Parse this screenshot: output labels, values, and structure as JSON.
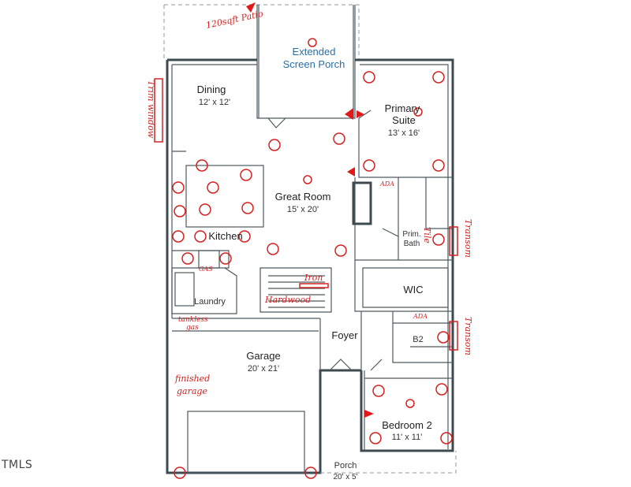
{
  "rooms": {
    "patio": {
      "label": "120sqft Patio"
    },
    "screen_porch": {
      "line1": "Extended",
      "line2": "Screen Porch"
    },
    "dining": {
      "name": "Dining",
      "dim": "12' x 12'"
    },
    "primary_suite": {
      "line1": "Primary",
      "line2": "Suite",
      "dim": "13' x 16'"
    },
    "great_room": {
      "name": "Great Room",
      "dim": "15' x 20'"
    },
    "kitchen": {
      "name": "Kitchen"
    },
    "prim_bath": {
      "line1": "Prim.",
      "line2": "Bath"
    },
    "wic": {
      "name": "WIC"
    },
    "laundry": {
      "name": "Laundry"
    },
    "foyer": {
      "name": "Foyer"
    },
    "b2": {
      "name": "B2"
    },
    "garage": {
      "name": "Garage",
      "dim": "20' x 21'"
    },
    "bedroom2": {
      "name": "Bedroom 2",
      "dim": "11' x 11'"
    },
    "porch": {
      "name": "Porch",
      "dim": "20' x 5'"
    }
  },
  "annotations": {
    "trim_window": "Trim window",
    "gas": "GAS",
    "iron": "Iron",
    "hardwood": "Hardwood",
    "tankless_line1": "tankless",
    "tankless_line2": "gas",
    "finished_line1": "finished",
    "finished_line2": "garage",
    "tile": "Tile",
    "transom_1": "Transom",
    "transom_2": "Transom",
    "ada_1": "ADA",
    "ada_2": "ADA"
  },
  "watermark": "TMLS"
}
